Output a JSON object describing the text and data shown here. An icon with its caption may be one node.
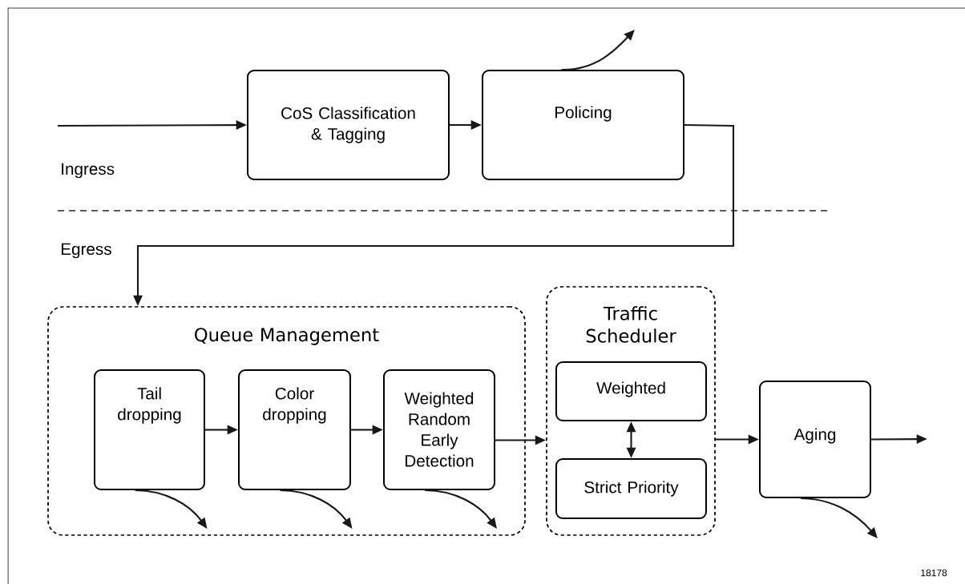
{
  "diagram": {
    "nodes": [
      {
        "text": [
          "CoS Classification & Tagging"
        ]
      },
      {
        "text": [
          "Policing"
        ]
      },
      {
        "text": [
          "Queue Management"
        ]
      },
      {
        "text": [
          "Tail dropping"
        ],
        "in": 2
      },
      {
        "text": [
          "Color dropping"
        ],
        "in": 2
      },
      {
        "text": [
          "Weighted Random Early Detection"
        ],
        "in": 2
      },
      {
        "text": [
          "Traffic Scheduler"
        ]
      },
      {
        "text": [
          "Weighted"
        ],
        "in": 6
      },
      {
        "text": [
          "Strict Priority"
        ],
        "in": 6
      },
      {
        "text": [
          "Aging"
        ]
      }
    ],
    "edges": [
      {
        "from": null,
        "to": 0,
        "arrow": "to"
      },
      {
        "from": 0,
        "to": 1,
        "arrow": "to"
      },
      {
        "from": 1,
        "to": null,
        "arrow": "to"
      },
      {
        "from": 1,
        "to": 2,
        "arrow": "to"
      },
      {
        "from": 3,
        "to": 4,
        "arrow": "to"
      },
      {
        "from": 4,
        "to": 5,
        "arrow": "to"
      },
      {
        "from": 5,
        "to": 6,
        "arrow": "to"
      },
      {
        "from": 3,
        "to": null,
        "arrow": "to"
      },
      {
        "from": 4,
        "to": null,
        "arrow": "to"
      },
      {
        "from": 5,
        "to": null,
        "arrow": "to"
      },
      {
        "from": 7,
        "to": 8,
        "arrow": "both"
      },
      {
        "from": 6,
        "to": 9,
        "arrow": "to"
      },
      {
        "from": 9,
        "to": null,
        "arrow": "to"
      },
      {
        "from": 9,
        "to": null,
        "arrow": "to"
      }
    ],
    "labels": [
      "Ingress",
      "Egress",
      "18178"
    ]
  }
}
